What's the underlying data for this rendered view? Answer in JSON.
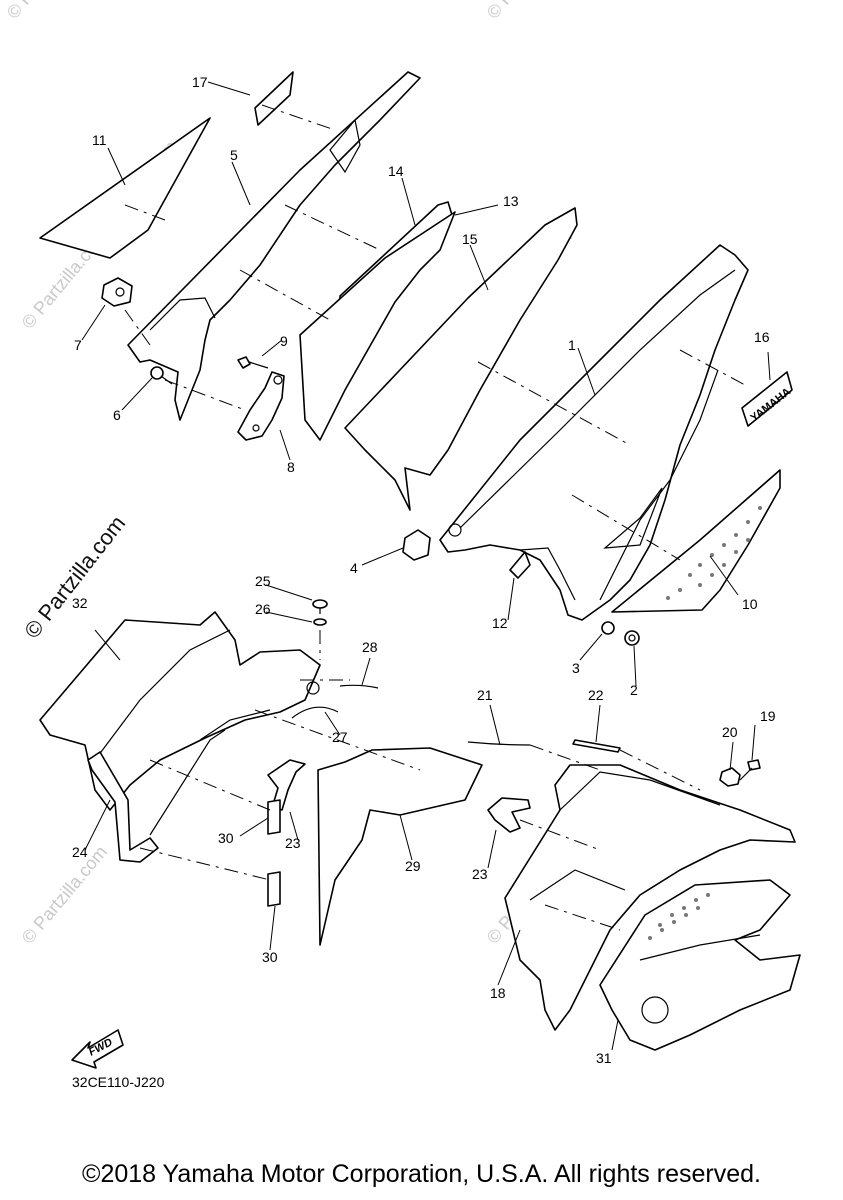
{
  "watermark": {
    "small": "© Partzilla.com",
    "large": "© Partzilla.com"
  },
  "callouts": {
    "p1": "1",
    "p2": "2",
    "p3": "3",
    "p4": "4",
    "p5": "5",
    "p6": "6",
    "p7": "7",
    "p8": "8",
    "p9": "9",
    "p10": "10",
    "p11": "11",
    "p12": "12",
    "p13": "13",
    "p14": "14",
    "p15": "15",
    "p16": "16",
    "p17": "17",
    "p18": "18",
    "p19": "19",
    "p20": "20",
    "p21": "21",
    "p22": "22",
    "p23a": "23",
    "p23b": "23",
    "p24": "24",
    "p25": "25",
    "p26": "26",
    "p27": "27",
    "p28": "28",
    "p29": "29",
    "p30a": "30",
    "p30b": "30",
    "p31": "31",
    "p32": "32"
  },
  "emblem_text": "YAMAHA",
  "fwd_label": "FWD",
  "diagram_code": "32CE110-J220",
  "copyright": "©2018 Yamaha Motor Corporation, U.S.A. All rights reserved."
}
